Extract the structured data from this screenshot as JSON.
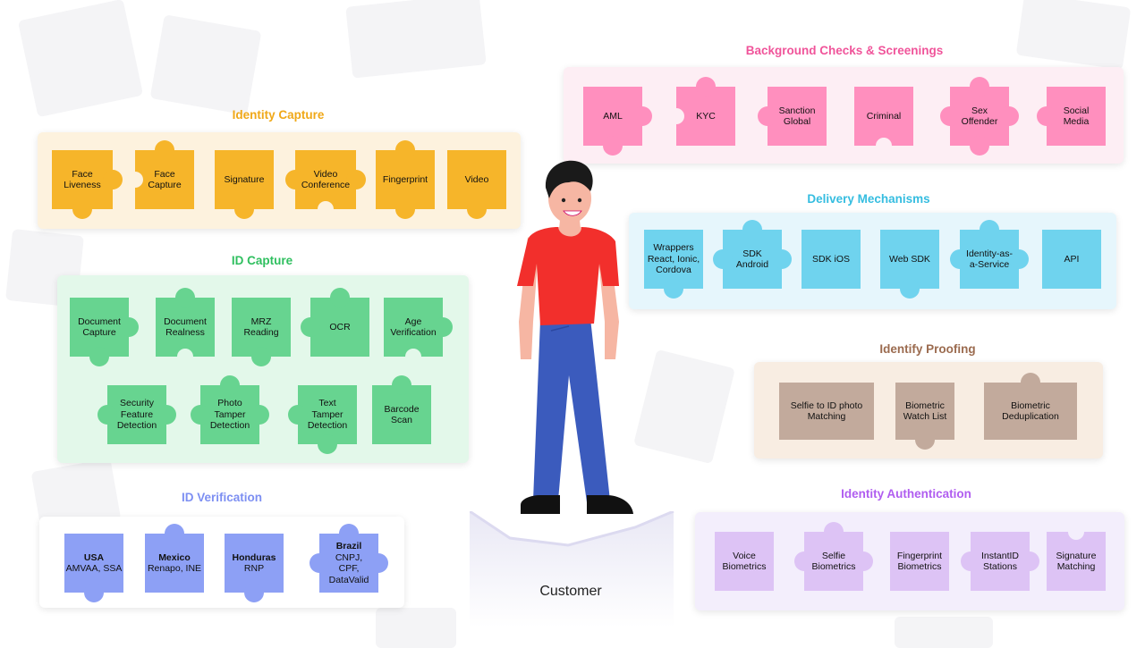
{
  "colors": {
    "identity_capture": "#f6b52a",
    "id_capture": "#67d490",
    "id_verification": "#8da0f5",
    "background_checks": "#ff8fbe",
    "delivery": "#6fd3ee",
    "identify_proofing": "#c2aa9c",
    "identity_authentication": "#ddc3f5"
  },
  "sections": {
    "identity_capture": {
      "title": "Identity Capture",
      "items": [
        [
          "Face",
          "Liveness"
        ],
        [
          "Face",
          "Capture"
        ],
        [
          "Signature"
        ],
        [
          "Video",
          "Conference"
        ],
        [
          "Fingerprint"
        ],
        [
          "Video"
        ]
      ]
    },
    "id_capture": {
      "title": "ID Capture",
      "items": [
        [
          "Document",
          "Capture"
        ],
        [
          "Document",
          "Realness"
        ],
        [
          "MRZ",
          "Reading"
        ],
        [
          "OCR"
        ],
        [
          "Age",
          "Verification"
        ],
        [
          "Security",
          "Feature",
          "Detection"
        ],
        [
          "Photo",
          "Tamper",
          "Detection"
        ],
        [
          "Text",
          "Tamper",
          "Detection"
        ],
        [
          "Barcode",
          "Scan"
        ]
      ]
    },
    "id_verification": {
      "title": "ID Verification",
      "items": [
        [
          "USA",
          "AMVAA, SSA"
        ],
        [
          "Mexico",
          "Renapo, INE"
        ],
        [
          "Honduras",
          "RNP"
        ],
        [
          "Brazil",
          "CNPJ,",
          "CPF,",
          "DataValid"
        ]
      ]
    },
    "background_checks": {
      "title": "Background Checks & Screenings",
      "items": [
        [
          "AML"
        ],
        [
          "KYC"
        ],
        [
          "Sanction",
          "Global"
        ],
        [
          "Criminal"
        ],
        [
          "Sex",
          "Offender"
        ],
        [
          "Social",
          "Media"
        ]
      ]
    },
    "delivery": {
      "title": "Delivery Mechanisms",
      "items": [
        [
          "Wrappers",
          "React, Ionic,",
          "Cordova"
        ],
        [
          "SDK",
          "Android"
        ],
        [
          "SDK iOS"
        ],
        [
          "Web SDK"
        ],
        [
          "Identity-as-",
          "a-Service"
        ],
        [
          "API"
        ]
      ]
    },
    "identify_proofing": {
      "title": "Identify Proofing",
      "items": [
        [
          "Selfie to ID photo",
          "Matching"
        ],
        [
          "Biometric",
          "Watch List"
        ],
        [
          "Biometric",
          "Deduplication"
        ]
      ]
    },
    "identity_authentication": {
      "title": "Identity Authentication",
      "items": [
        [
          "Voice",
          "Biometrics"
        ],
        [
          "Selfie",
          "Biometrics"
        ],
        [
          "Fingerprint",
          "Biometrics"
        ],
        [
          "InstantID",
          "Stations"
        ],
        [
          "Signature",
          "Matching"
        ]
      ]
    }
  },
  "customer_label": "Customer"
}
